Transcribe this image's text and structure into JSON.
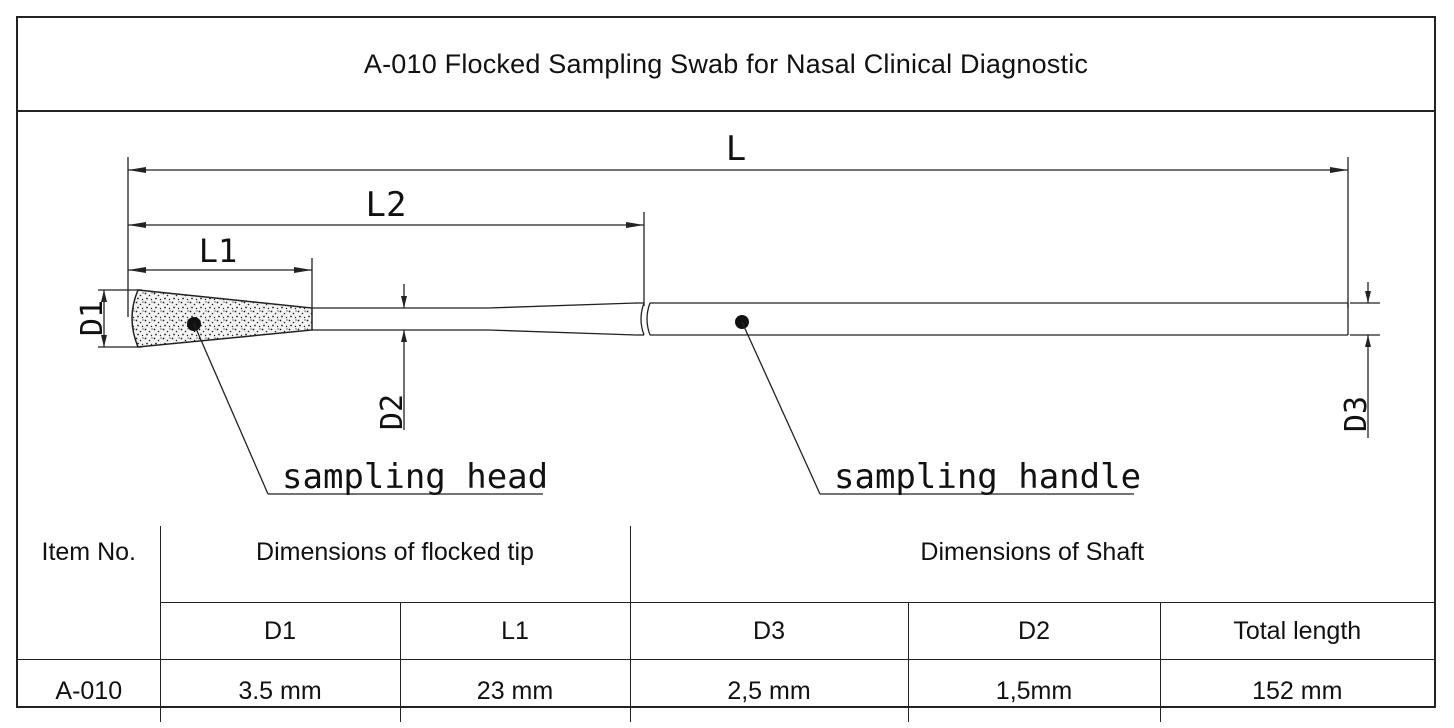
{
  "title": "A-010 Flocked Sampling Swab for Nasal Clinical Diagnostic",
  "drawing": {
    "dims": {
      "L": "L",
      "L2": "L2",
      "L1": "L1",
      "D1": "D1",
      "D2": "D2",
      "D3": "D3"
    },
    "callouts": {
      "head": "sampling head",
      "handle": "sampling handle"
    }
  },
  "table": {
    "item_header": "Item No.",
    "tip_header": "Dimensions of flocked tip",
    "shaft_header": "Dimensions of Shaft",
    "sub": {
      "d1": "D1",
      "l1": "L1",
      "d3": "D3",
      "d2": "D2",
      "total": "Total length"
    },
    "row": {
      "item": "A-010",
      "d1": "3.5 mm",
      "l1": "23 mm",
      "d3": "2,5 mm",
      "d2": "1,5mm",
      "total": "152 mm"
    }
  }
}
